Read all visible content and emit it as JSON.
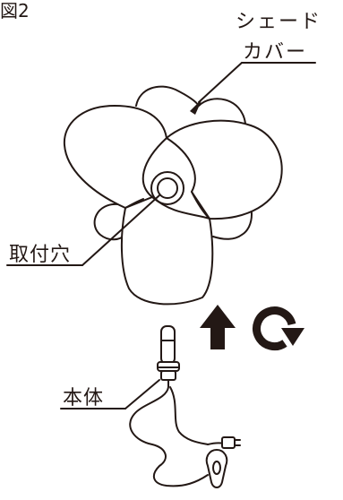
{
  "figure": {
    "title": "図2"
  },
  "labels": {
    "shade_cover_line1": "シェード",
    "shade_cover_line2": "カバー",
    "mount_hole": "取付穴",
    "body": "本体"
  },
  "icons": {
    "attach_direction": "up-arrow-icon",
    "rotate_direction": "clockwise-rotate-icon"
  },
  "colors": {
    "line": "#231815",
    "fill": "#ffffff"
  }
}
